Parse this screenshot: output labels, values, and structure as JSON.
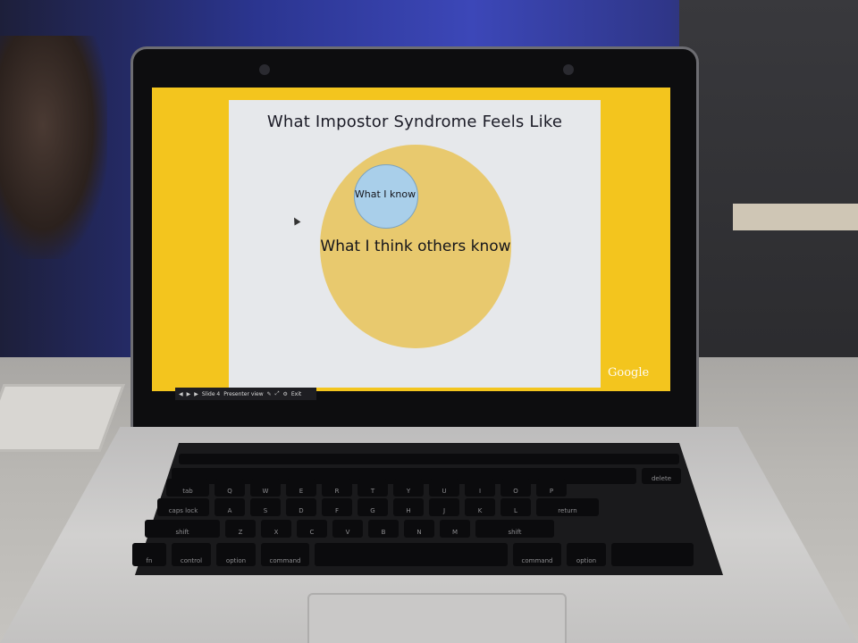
{
  "slide": {
    "title": "What Impostor Syndrome Feels Like",
    "outer_circle_label": "What I think others know",
    "inner_circle_label": "What I know",
    "brand": "Google",
    "colors": {
      "background": "#f3c51e",
      "outer_circle": "#e8c96e",
      "inner_circle": "#a9cfea"
    }
  },
  "toolbar": {
    "prev_icon": "left-arrow",
    "play_icon": "play",
    "next_icon": "right-arrow",
    "slide_label": "Slide 4",
    "presenter_label": "Presenter view",
    "exit_label": "Exit"
  },
  "keyboard": {
    "row_qwerty": [
      "Q",
      "W",
      "E",
      "R",
      "T",
      "Y",
      "U",
      "I",
      "O",
      "P"
    ],
    "row_asdf": [
      "A",
      "S",
      "D",
      "F",
      "G",
      "H",
      "J",
      "K",
      "L"
    ],
    "row_zxcv": [
      "Z",
      "X",
      "C",
      "V",
      "B",
      "N",
      "M"
    ],
    "modifiers": {
      "tab": "tab",
      "caps": "caps lock",
      "shift_left": "shift",
      "shift_right": "shift",
      "fn": "fn",
      "control": "control",
      "option_left": "option",
      "command_left": "command",
      "command_right": "command",
      "option_right": "option",
      "return": "return",
      "delete": "delete"
    }
  }
}
